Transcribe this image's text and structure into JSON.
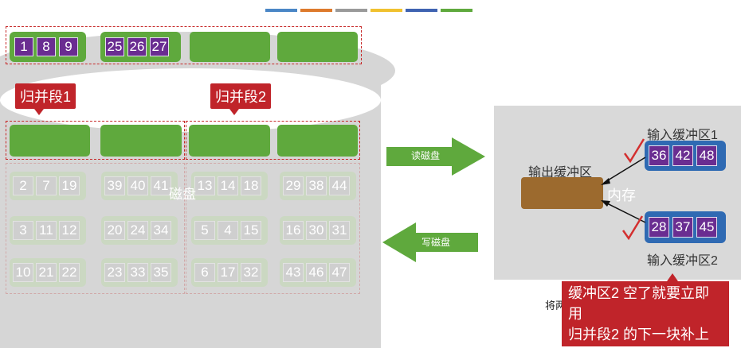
{
  "legend_colors": [
    "#4a86c6",
    "#dd7a2c",
    "#9a9a9a",
    "#f0c12f",
    "#3f63b1",
    "#5fa93d"
  ],
  "top_row": {
    "group1": [
      "1",
      "8",
      "9"
    ],
    "group2": [
      "25",
      "26",
      "27"
    ]
  },
  "segments": {
    "seg1_label": "归并段1",
    "seg2_label": "归并段2"
  },
  "disk_label": "磁盘",
  "faded_rows": [
    [
      [
        "2",
        "7",
        "19"
      ],
      [
        "39",
        "40",
        "41"
      ],
      [
        "13",
        "14",
        "18"
      ],
      [
        "29",
        "38",
        "44"
      ]
    ],
    [
      [
        "3",
        "11",
        "12"
      ],
      [
        "20",
        "24",
        "34"
      ],
      [
        "5",
        "4",
        "15"
      ],
      [
        "16",
        "30",
        "31"
      ]
    ],
    [
      [
        "10",
        "21",
        "22"
      ],
      [
        "23",
        "33",
        "35"
      ],
      [
        "6",
        "17",
        "32"
      ],
      [
        "43",
        "46",
        "47"
      ]
    ]
  ],
  "arrows": {
    "read": "读磁盘",
    "write": "写磁盘"
  },
  "memory": {
    "label": "内存",
    "output_label": "输出缓冲区",
    "input1_label": "输入缓冲区1",
    "input2_label": "输入缓冲区2",
    "input1_values": [
      "36",
      "42",
      "48"
    ],
    "input2_values": [
      "28",
      "37",
      "45"
    ]
  },
  "tooltip": {
    "line1": "缓冲区2 空了就要立即用",
    "line2": "归并段2 的下一块补上"
  },
  "hidden_fragment": "将两"
}
